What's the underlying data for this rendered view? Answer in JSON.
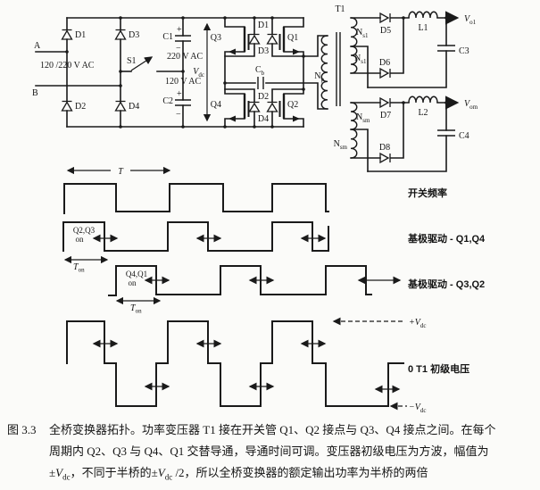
{
  "circuit": {
    "input": {
      "label_a": "A",
      "label_b": "B",
      "ac_voltage": "120 /220 V AC",
      "switch": "S1"
    },
    "rectifier": {
      "d1": "D1",
      "d2": "D2",
      "d3": "D3",
      "d4": "D4"
    },
    "dc_bus": {
      "c1": "C1",
      "c2": "C2",
      "upper_voltage": "220 V AC",
      "lower_voltage": "120 V AC",
      "plus": "+",
      "minus": "−",
      "vdc_main": "V",
      "vdc_sub": "dc"
    },
    "bridge": {
      "q1": "Q1",
      "q2": "Q2",
      "q3": "Q3",
      "q4": "Q4",
      "d1": "D1",
      "d2": "D2",
      "d3": "D3",
      "d4": "D4",
      "cb_main": "C",
      "cb_sub": "b"
    },
    "transformer": {
      "name": "T1",
      "np_main": "N",
      "np_sub": "p",
      "ns1_main": "N",
      "ns1_sub": "s1",
      "nsm_main": "N",
      "nsm_sub": "sm"
    },
    "output1": {
      "d5": "D5",
      "d6": "D6",
      "l1": "L1",
      "c3": "C3",
      "vout_main": "V",
      "vout_sub": "o1"
    },
    "output2": {
      "d7": "D7",
      "d8": "D8",
      "l2": "L2",
      "c4": "C4",
      "vout_main": "V",
      "vout_sub": "om"
    }
  },
  "waveforms": {
    "period": "T",
    "row1_label": "开关频率",
    "row2_label": "基极驱动 - Q1,Q4",
    "row3_label": "基极驱动 - Q3,Q2",
    "row4_label": "0 T1 初级电压",
    "row2_pulse_l1": "Q2,Q3",
    "row2_pulse_l2": "on",
    "row3_pulse_l1": "Q4,Q1",
    "row3_pulse_l2": "on",
    "ton_main": "T",
    "ton_sub": "on",
    "plus_vdc_main": "+V",
    "plus_vdc_sub": "dc",
    "minus_vdc_main": "−V",
    "minus_vdc_sub": "dc"
  },
  "caption": {
    "fig_no": "图 3.3",
    "line1": "全桥变换器拓扑。功率变压器 T1 接在开关管 Q1、Q2 接点与 Q3、Q4 接点之间。在每个",
    "line2": "周期内 Q2、Q3 与 Q4、Q1 交替导通，导通时间可调。变压器初级电压为方波，幅值为",
    "line3_a": "±",
    "line3_b": "V",
    "line3_bsub": "dc",
    "line3_c": "，不同于半桥的±",
    "line3_d": "V",
    "line3_dsub": "dc",
    "line3_e": " /2，所以全桥变换器的额定输出功率为半桥的两倍"
  },
  "colors": {
    "ink": "#1a1a1a",
    "paper": "#fbfbf9"
  }
}
